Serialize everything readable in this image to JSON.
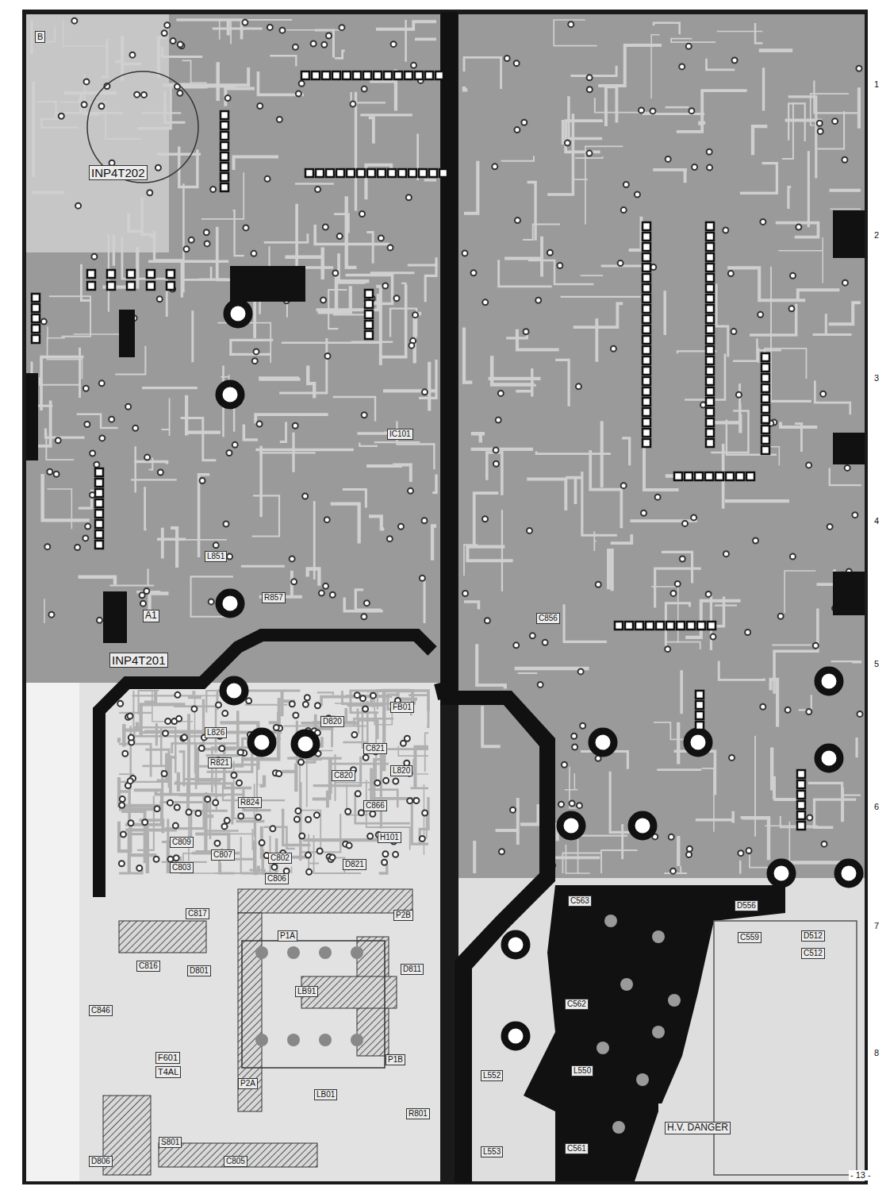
{
  "diagram": {
    "labels": [
      "B",
      "INP4T202",
      "INP4T201",
      "A1",
      "IC101",
      "L851",
      "R857",
      "F601",
      "T4AL",
      "LB01",
      "LB91",
      "R801",
      "D801",
      "D806",
      "S801",
      "C805",
      "C809",
      "C807",
      "C803",
      "C806",
      "C802",
      "C817",
      "C816",
      "C846",
      "D811",
      "P1A",
      "P2B",
      "P2A",
      "P1B",
      "L820",
      "D820",
      "C820",
      "D821",
      "C821",
      "L826",
      "R821",
      "R824",
      "C866",
      "FB01",
      "H101",
      "C856",
      "H.V. DANGER",
      "L550",
      "C562",
      "C561",
      "D556",
      "C559",
      "C563",
      "L552",
      "L553",
      "D512",
      "C512",
      "1",
      "2",
      "3",
      "4",
      "5",
      "6",
      "7",
      "8",
      "- 13 -"
    ]
  }
}
